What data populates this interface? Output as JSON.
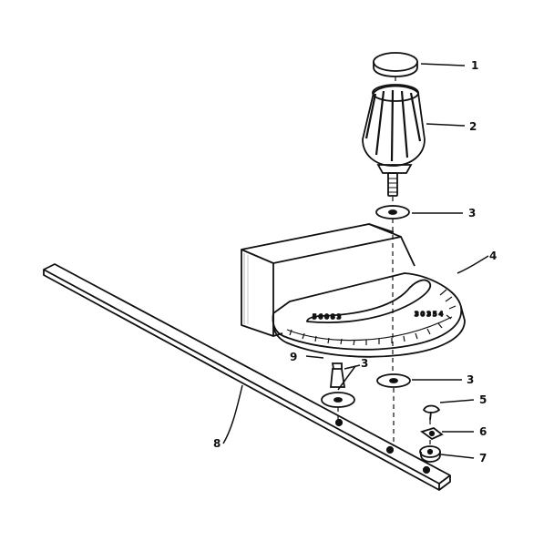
{
  "diagram": {
    "colors": {
      "ink": "#111111",
      "paper": "#ffffff",
      "shade": "#3a3a3a"
    },
    "callouts": [
      {
        "id": "p1",
        "label": "1"
      },
      {
        "id": "p2",
        "label": "2"
      },
      {
        "id": "p3a",
        "label": "3"
      },
      {
        "id": "p4",
        "label": "4"
      },
      {
        "id": "p3b",
        "label": "3"
      },
      {
        "id": "p3c",
        "label": "3"
      },
      {
        "id": "p9",
        "label": "9"
      },
      {
        "id": "p5",
        "label": "5"
      },
      {
        "id": "p6",
        "label": "6"
      },
      {
        "id": "p7",
        "label": "7"
      },
      {
        "id": "p8",
        "label": "8"
      }
    ]
  }
}
